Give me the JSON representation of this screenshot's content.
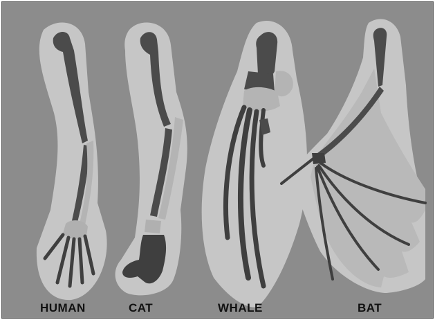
{
  "labels": {
    "human": "HUMAN",
    "cat": "CAT",
    "whale": "WHALE",
    "bat": "BAT"
  },
  "colors": {
    "background": "#8c8c8c",
    "limb_outline": "#c8c8c8",
    "bone_dark": "#4a4a4a",
    "bone_light": "#b4b4b4",
    "label_text": "#111111"
  }
}
